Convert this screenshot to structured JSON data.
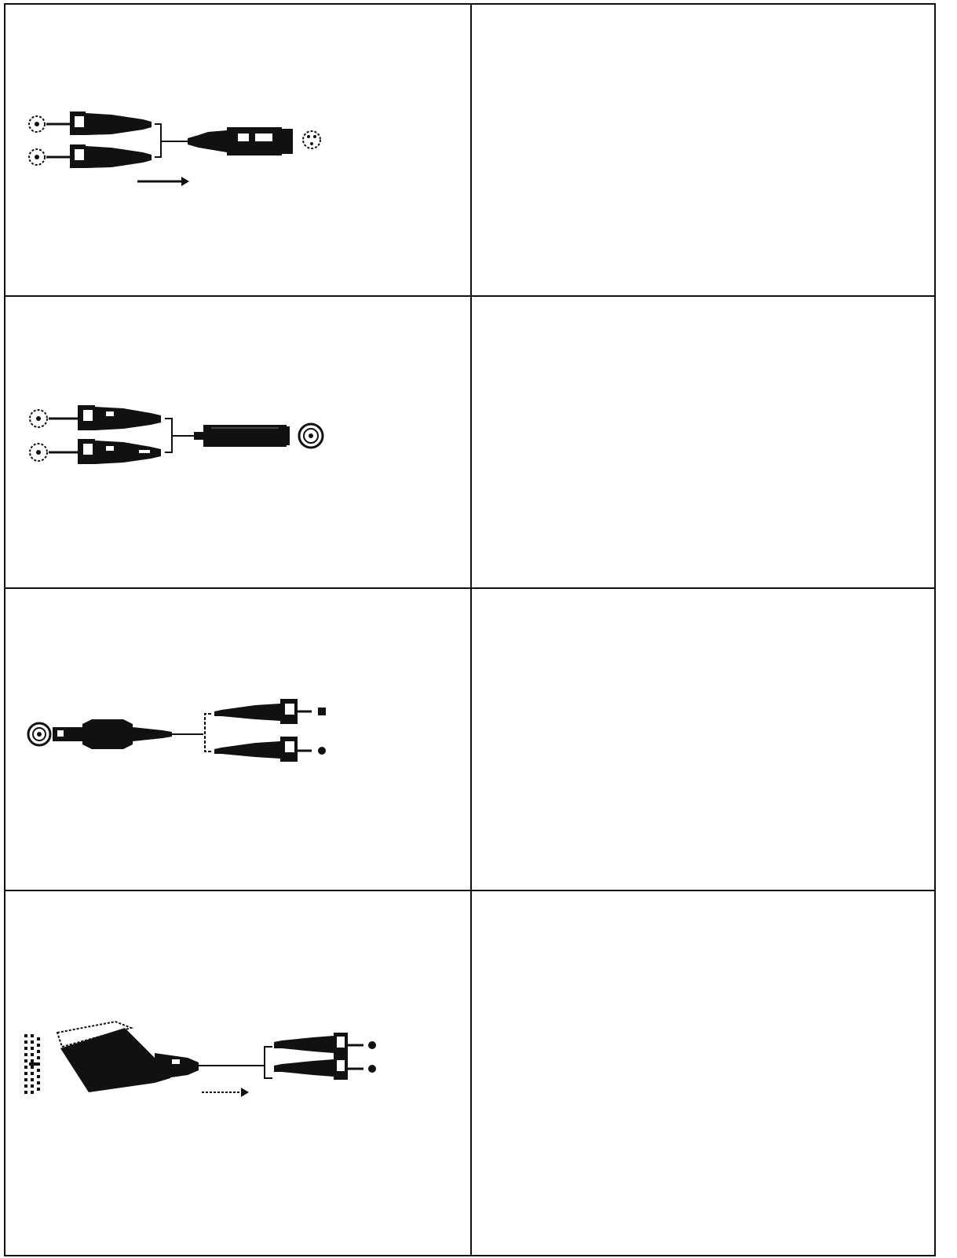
{
  "table": {
    "rows": [
      {
        "diagram": "two-rca-plugs-to-scart-style-adapter",
        "icons": [
          "rca-socket-icon",
          "rca-plug-icon",
          "adapter-plug-icon",
          "socket-icon",
          "arrow-right-icon"
        ],
        "text": ""
      },
      {
        "diagram": "two-rca-plugs-to-coax-adapter",
        "icons": [
          "rca-socket-icon",
          "rca-plug-icon",
          "coax-barrel-icon",
          "coax-socket-icon"
        ],
        "text": ""
      },
      {
        "diagram": "coax-plug-to-two-rca-plugs",
        "icons": [
          "coax-socket-icon",
          "coax-plug-icon",
          "rca-plug-icon",
          "rca-pin-icon"
        ],
        "text": ""
      },
      {
        "diagram": "scart-plug-to-two-rca-plugs",
        "icons": [
          "scart-pins-icon",
          "scart-plug-icon",
          "rca-plug-icon",
          "rca-pin-icon",
          "arrow-right-icon"
        ],
        "text": ""
      }
    ]
  },
  "colors": {
    "ink": "#111111",
    "paper": "#ffffff"
  }
}
